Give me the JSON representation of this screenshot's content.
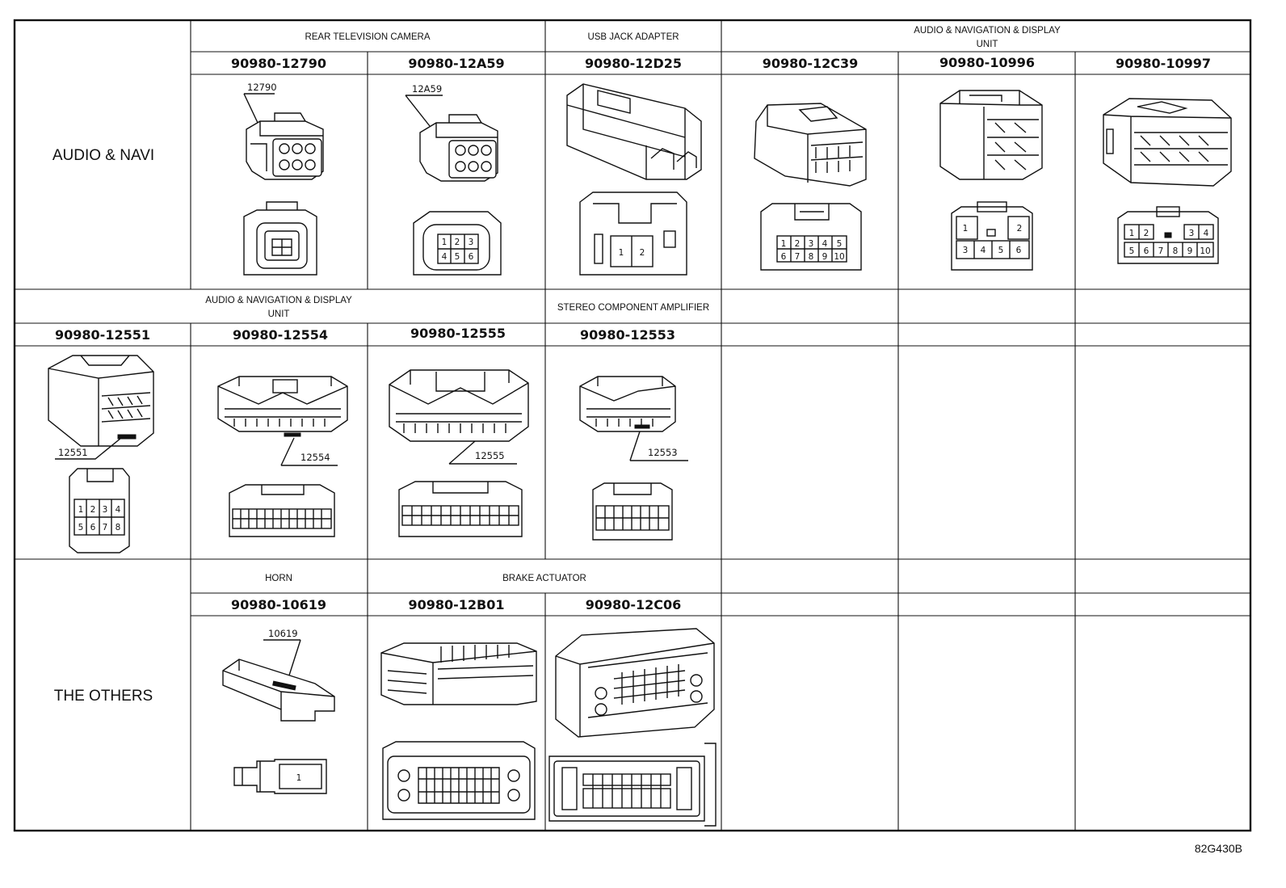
{
  "sections": {
    "audio_navi": "AUDIO & NAVI",
    "the_others": "THE OTHERS"
  },
  "groups": {
    "rear_camera": "REAR TELEVISION CAMERA",
    "usb_jack": "USB JACK ADAPTER",
    "av_unit_1": "AUDIO & NAVIGATION & DISPLAY",
    "av_unit_1b": "UNIT",
    "av_unit_2": "AUDIO & NAVIGATION & DISPLAY",
    "av_unit_2b": "UNIT",
    "stereo_amp": "STEREO COMPONENT AMPLIFIER",
    "horn": "HORN",
    "brake_actuator": "BRAKE ACTUATOR"
  },
  "parts": {
    "p12790": "90980-12790",
    "p12A59": "90980-12A59",
    "p12D25": "90980-12D25",
    "p12C39": "90980-12C39",
    "p10996": "90980-10996",
    "p10997": "90980-10997",
    "p12551": "90980-12551",
    "p12554": "90980-12554",
    "p12555": "90980-12555",
    "p12553": "90980-12553",
    "p10619": "90980-10619",
    "p12B01": "90980-12B01",
    "p12C06": "90980-12C06"
  },
  "callouts": {
    "c12790": "12790",
    "c12A59": "12A59",
    "c12551": "12551",
    "c12554": "12554",
    "c12555": "12555",
    "c12553": "12553",
    "c10619": "10619"
  },
  "pins": {
    "cam2": [
      "1",
      "2",
      "3",
      "4",
      "5",
      "6"
    ],
    "usb": [
      "1",
      "2"
    ],
    "c39": [
      "1",
      "2",
      "3",
      "4",
      "5",
      "6",
      "7",
      "8",
      "9",
      "10"
    ],
    "c996": [
      "1",
      "2",
      "3",
      "4",
      "5",
      "6"
    ],
    "c997": [
      "1",
      "2",
      "3",
      "4",
      "5",
      "6",
      "7",
      "8",
      "9",
      "10"
    ],
    "c551": [
      "1",
      "2",
      "3",
      "4",
      "5",
      "6",
      "7",
      "8"
    ],
    "horn": [
      "1"
    ]
  },
  "figure_ref": "82G430B"
}
